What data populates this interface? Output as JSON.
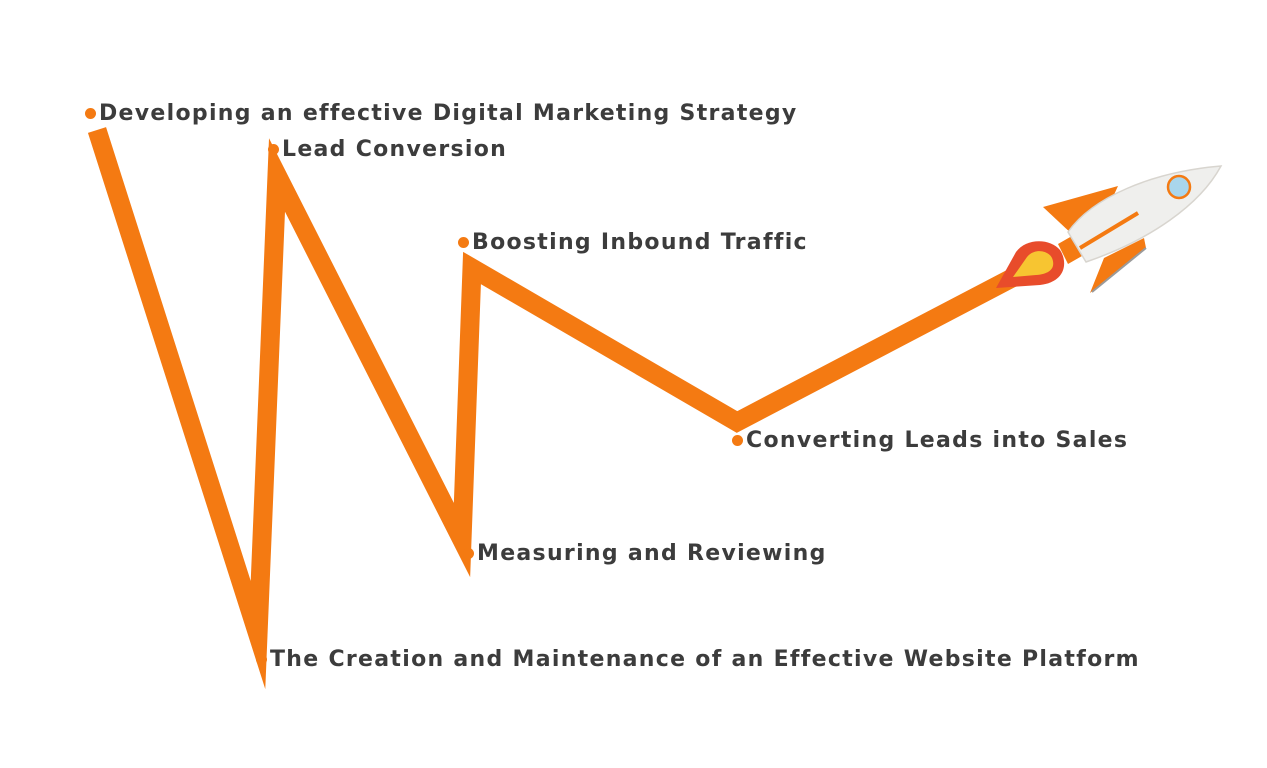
{
  "colors": {
    "accent": "#f47a12",
    "text": "#3c3c3c",
    "rocket_body": "#efefed",
    "rocket_window": "#a9d6ec",
    "flame_outer": "#e84c2b",
    "flame_inner": "#f7c531"
  },
  "milestones": [
    {
      "label": "Developing an effective Digital Marketing Strategy"
    },
    {
      "label": "Lead Conversion"
    },
    {
      "label": "Boosting Inbound Traffic"
    },
    {
      "label": "Converting Leads into Sales"
    },
    {
      "label": "Measuring and Reviewing"
    },
    {
      "label": "The Creation and Maintenance of an Effective Website Platform"
    }
  ],
  "icons": {
    "rocket": "rocket-icon",
    "bullet": "dot-icon"
  }
}
